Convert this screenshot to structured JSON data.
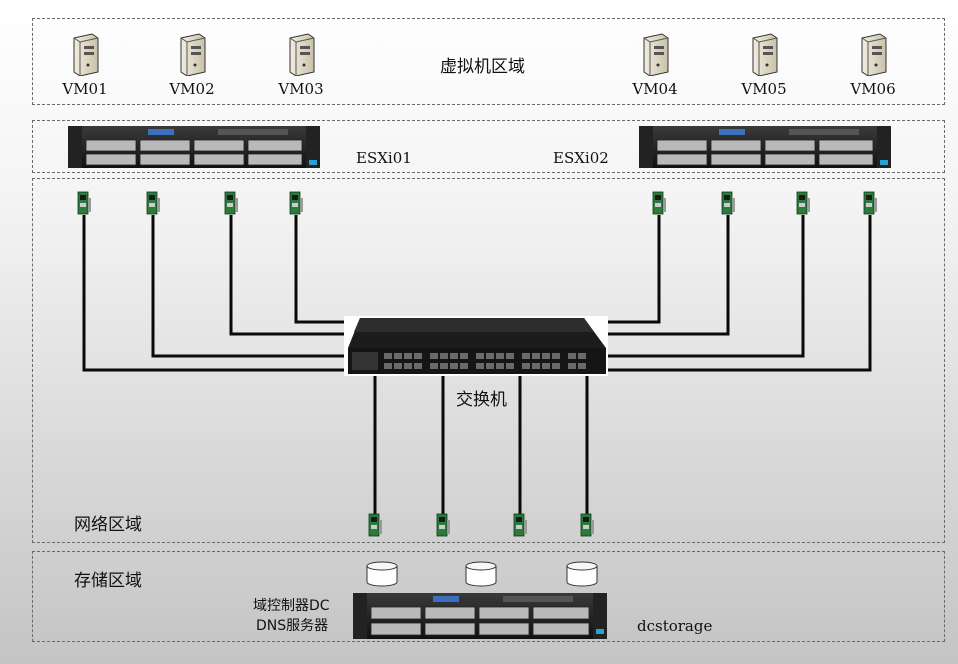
{
  "zones": {
    "vm": "虚拟机区域",
    "network": "网络区域",
    "storage": "存储区域"
  },
  "vms": [
    "VM01",
    "VM02",
    "VM03",
    "VM04",
    "VM05",
    "VM06"
  ],
  "hosts": {
    "esxi01": "ESXi01",
    "esxi02": "ESXi02"
  },
  "switch": "交换机",
  "storage_server": {
    "line1": "域控制器DC",
    "line2": "DNS服务器",
    "name": "dcstorage"
  }
}
